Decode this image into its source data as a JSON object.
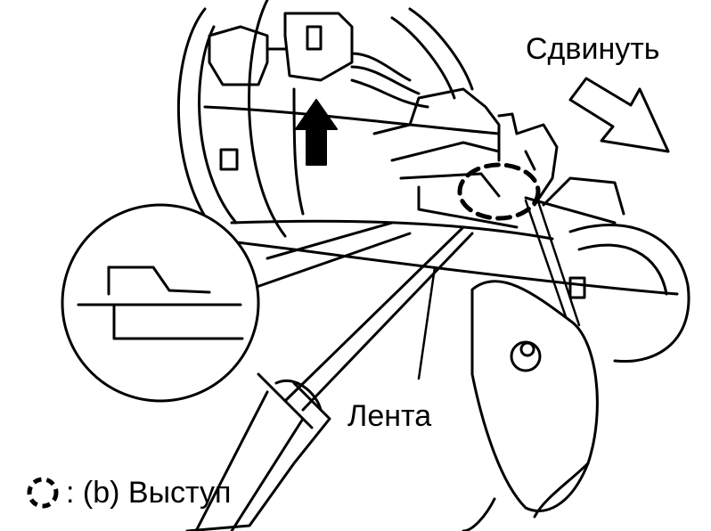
{
  "labels": {
    "slide": "Сдвинуть",
    "tape": "Лента",
    "legend_text": ": (b) Выступ"
  },
  "icons": {
    "legend_marker": "dashed-circle-icon",
    "lift_arrow": "up-arrow-icon",
    "slide_arrow": "diagonal-arrow-icon"
  },
  "colors": {
    "ink": "#000000",
    "background": "#ffffff"
  }
}
